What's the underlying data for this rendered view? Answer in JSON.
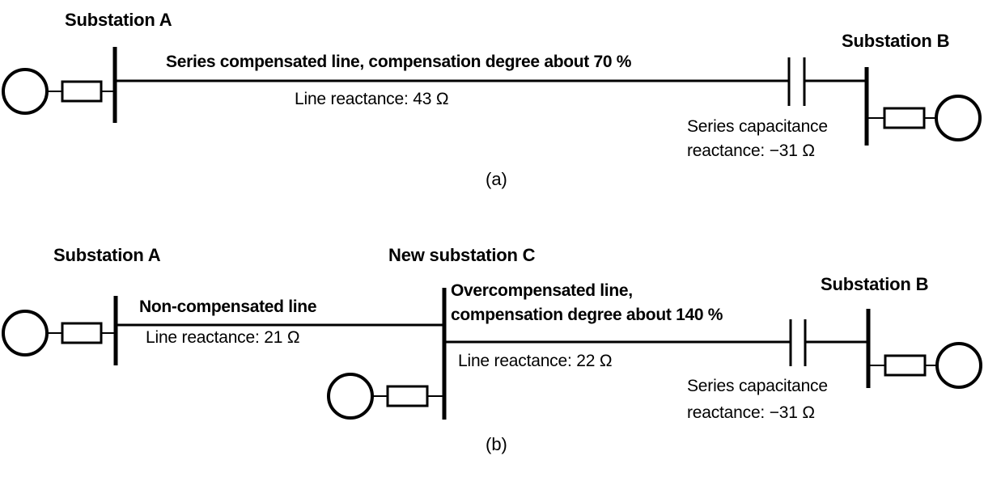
{
  "figure": {
    "type": "single-line-diagram",
    "background_color": "#ffffff",
    "stroke_color": "#000000",
    "panels": [
      {
        "id": "a",
        "caption": "(a)",
        "substations": [
          {
            "name": "Substation A",
            "role": "source-bus"
          },
          {
            "name": "Substation B",
            "role": "receiving-bus"
          }
        ],
        "line_title": "Series compensated line, compensation degree about 70 %",
        "line_reactance": "Line reactance: 43 Ω",
        "capacitor_label_line1": "Series capacitance",
        "capacitor_label_line2": "reactance: −31 Ω",
        "compensation_degree": "70 %",
        "line_reactance_value": "43",
        "capacitance_reactance_value": "−31",
        "reactance_unit": "Ω"
      },
      {
        "id": "b",
        "caption": "(b)",
        "substations": [
          {
            "name": "Substation A",
            "role": "source-bus"
          },
          {
            "name": "New substation C",
            "role": "intermediate-bus"
          },
          {
            "name": "Substation B",
            "role": "receiving-bus"
          }
        ],
        "segment_left_title": "Non-compensated line",
        "segment_left_reactance": "Line reactance: 21 Ω",
        "segment_right_title_line1": "Overcompensated line,",
        "segment_right_title_line2": "compensation degree about 140 %",
        "segment_right_reactance": "Line reactance: 22 Ω",
        "capacitor_label_line1": "Series capacitance",
        "capacitor_label_line2": "reactance: −31 Ω",
        "compensation_degree": "140 %",
        "left_reactance_value": "21",
        "right_reactance_value": "22",
        "capacitance_reactance_value": "−31",
        "reactance_unit": "Ω"
      }
    ],
    "symbols": {
      "generator": "generator-circle",
      "transformer": "transformer-rectangle",
      "busbar": "busbar-thick-vertical",
      "series_capacitor": "capacitor-two-plates"
    }
  }
}
